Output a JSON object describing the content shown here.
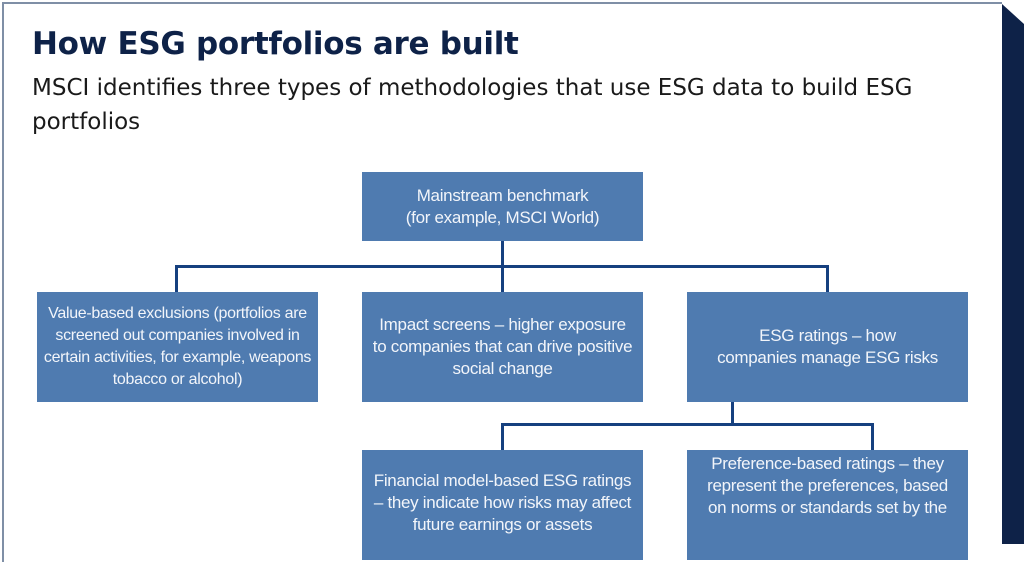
{
  "header": {
    "title": "How ESG portfolios are built",
    "subtitle": "MSCI identifies three types of methodologies that use ESG data to build ESG portfolios"
  },
  "diagram": {
    "root": {
      "label": "Mainstream benchmark (for example, MSCI World)",
      "lines": [
        "Mainstream benchmark",
        "(for example, MSCI World)"
      ]
    },
    "level1": [
      {
        "id": "value-based-exclusions",
        "lines": [
          "Value-based exclusions (portfolios are",
          "screened out companies involved in",
          "certain activities, for example, weapons",
          "tobacco or alcohol)"
        ]
      },
      {
        "id": "impact-screens",
        "lines": [
          "Impact screens – higher exposure",
          "to companies that can drive positive",
          "social change"
        ]
      },
      {
        "id": "esg-ratings",
        "lines": [
          "ESG ratings – how",
          "companies manage ESG risks"
        ]
      }
    ],
    "level2": [
      {
        "id": "financial-model-based-ratings",
        "lines": [
          "Financial model-based ESG ratings",
          "– they indicate how risks may affect",
          "future earnings or assets"
        ]
      },
      {
        "id": "preference-based-ratings",
        "lines": [
          "Preference-based ratings – they",
          "represent the preferences, based",
          "on norms or standards set by the"
        ]
      }
    ]
  },
  "colors": {
    "title": "#0e2248",
    "box_fill": "#4f7bb0",
    "box_text": "#f2f5fa",
    "connector": "#16407f",
    "side_bar": "#0e2248",
    "card_border": "#7f8fa6"
  }
}
